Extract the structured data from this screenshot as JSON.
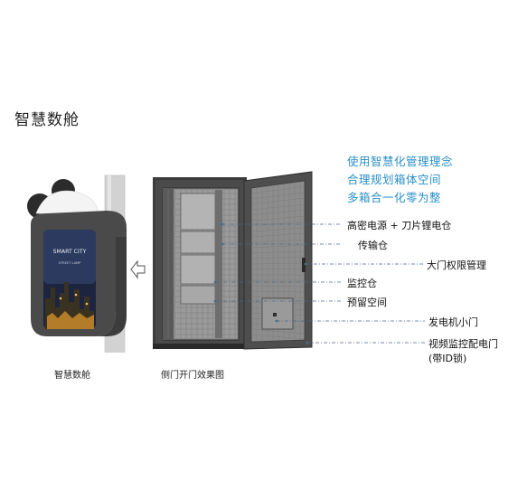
{
  "title": "智慧数舱",
  "slogan": [
    "使用智慧化管理理念",
    "合理规划箱体空间",
    "多箱合一化零为整"
  ],
  "screen": {
    "text1": "SMART CITY",
    "text2": "STREET LAMP"
  },
  "captions": {
    "left": "智慧数舱",
    "right": "侧门开门效果图"
  },
  "callouts": [
    "高密电源 + 刀片锂电仓",
    "传输仓",
    "大门权限管理",
    "监控仓",
    "预留空间",
    "发电机小门",
    "视频监控配电门",
    "(带ID锁)"
  ],
  "colors": {
    "accent": "#2a8fc7",
    "cabinet": "#3a3a3a",
    "pole": "#c8c8c8"
  }
}
